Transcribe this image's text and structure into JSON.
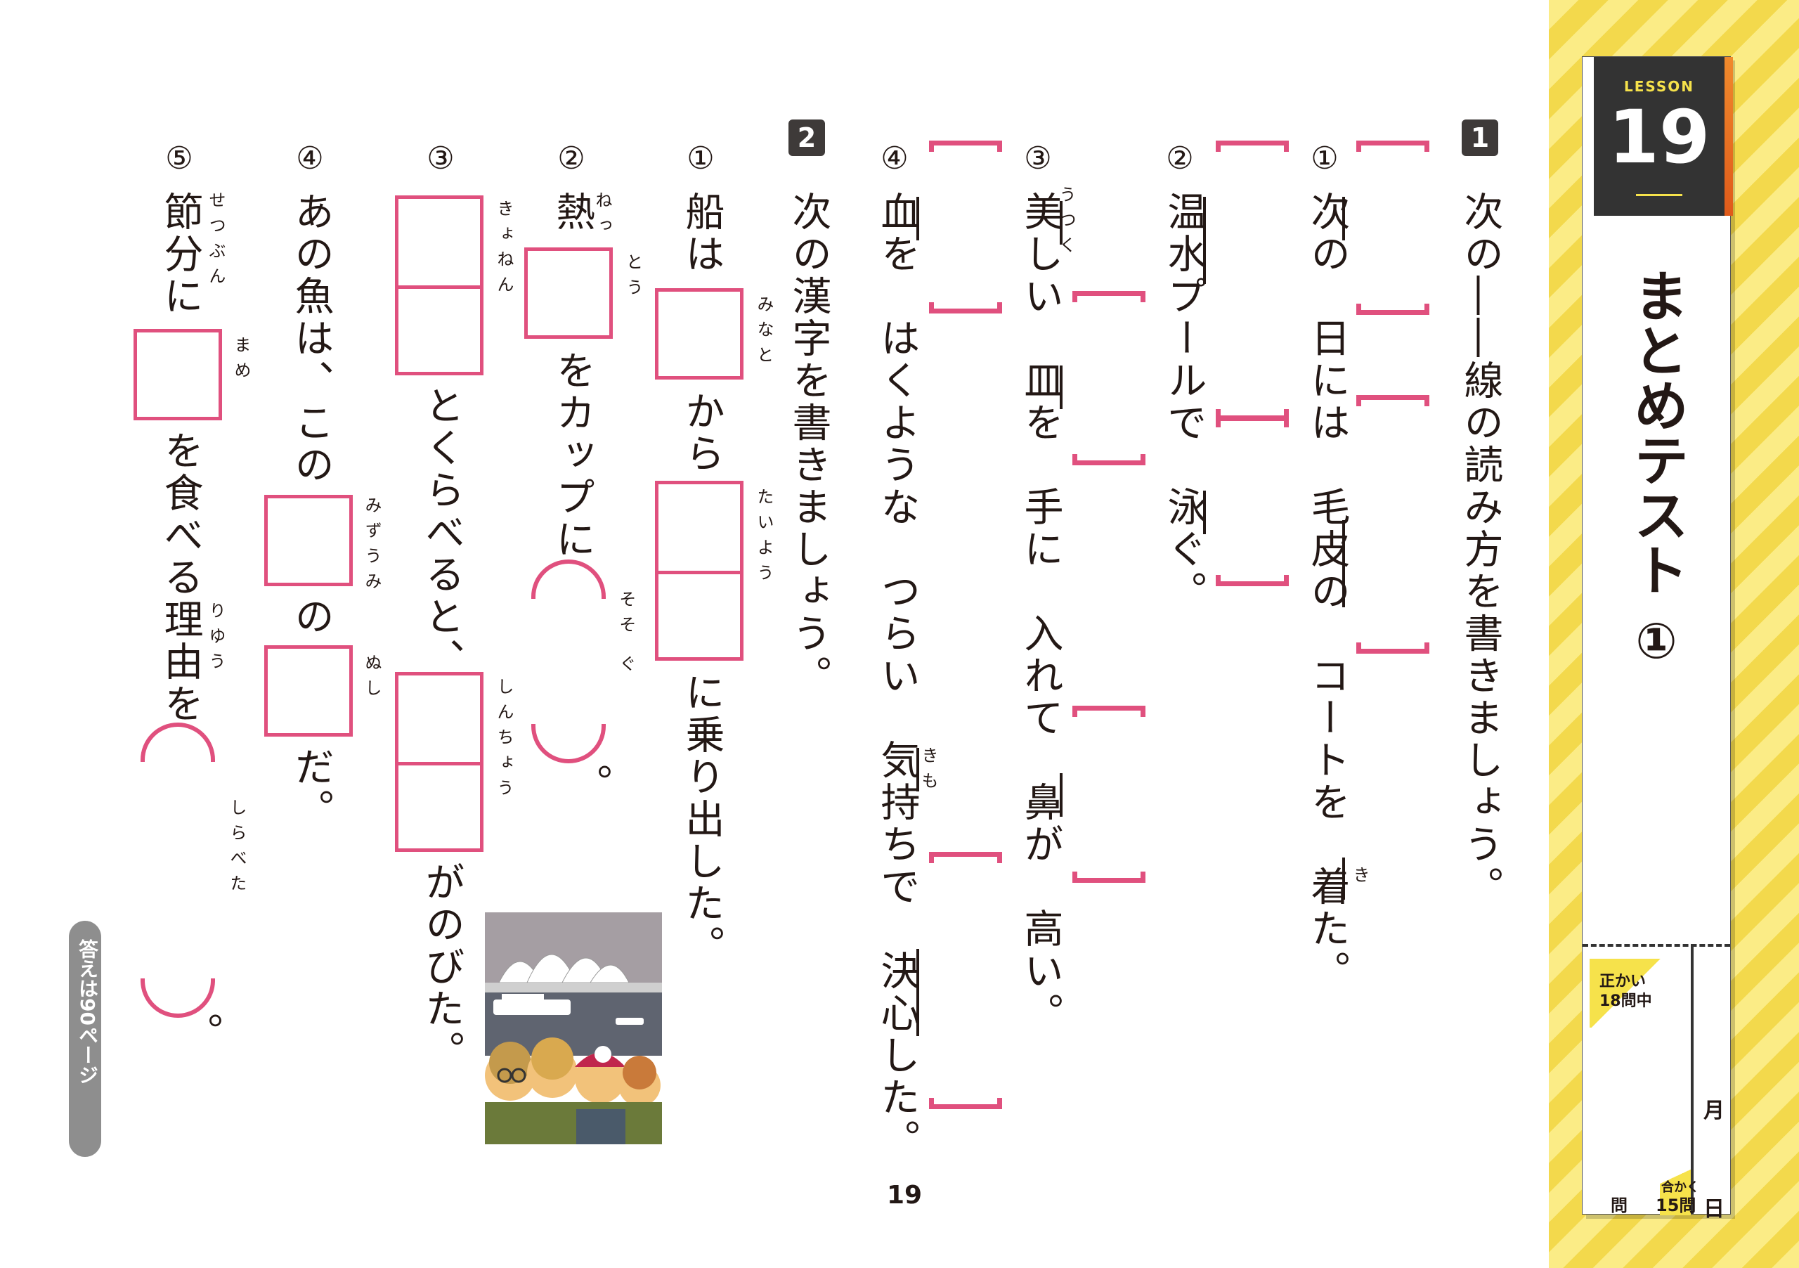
{
  "header": {
    "lesson_label": "LESSON",
    "lesson_number": "19",
    "title": "まとめテスト",
    "title_circle": "①"
  },
  "score": {
    "correct_label_1": "正かい",
    "correct_label_2": "18問中",
    "question_unit": "問",
    "pass_label": "合かく",
    "pass_value": "15問",
    "month_label": "月",
    "day_label": "日"
  },
  "section1": {
    "number": "1",
    "instruction": "次の――線の読み方を書きましょう。",
    "items": [
      {
        "num": "①",
        "text": "次の　日には　毛皮の　コートを　着た。",
        "ruby": "き"
      },
      {
        "num": "②",
        "text": "温水プールで　泳ぐ。"
      },
      {
        "num": "③",
        "text": "美しい　皿を　手に　入れて　鼻が　高い。",
        "ruby": "うつく"
      },
      {
        "num": "④",
        "text": "血を　はくような　つらい　気持ちで　決心した。",
        "ruby": "きも"
      }
    ]
  },
  "section2": {
    "number": "2",
    "instruction": "次の漢字を書きましょう。",
    "items": [
      {
        "num": "①",
        "segments": [
          "船は",
          "から",
          "に乗り出した。"
        ],
        "ruby": [
          "みなと",
          "たいよう"
        ]
      },
      {
        "num": "②",
        "segments": [
          "熱",
          "をカップに",
          "。"
        ],
        "ruby": [
          "ねっ",
          "とう",
          "そそ ぐ"
        ]
      },
      {
        "num": "③",
        "segments": [
          "とくらべると、",
          "がのびた。"
        ],
        "ruby": [
          "きょねん",
          "しんちょう"
        ]
      },
      {
        "num": "④",
        "segments": [
          "あの魚は、この",
          "の",
          "だ。"
        ],
        "ruby": [
          "みずうみ",
          "ぬし"
        ]
      },
      {
        "num": "⑤",
        "segments": [
          "節分に",
          "を食べる理由を",
          "。"
        ],
        "ruby": [
          "せつぶん",
          "まめ",
          "りゆう",
          "しらべた"
        ]
      }
    ]
  },
  "footer": {
    "answers": "答えは90ページ",
    "page": "19"
  }
}
